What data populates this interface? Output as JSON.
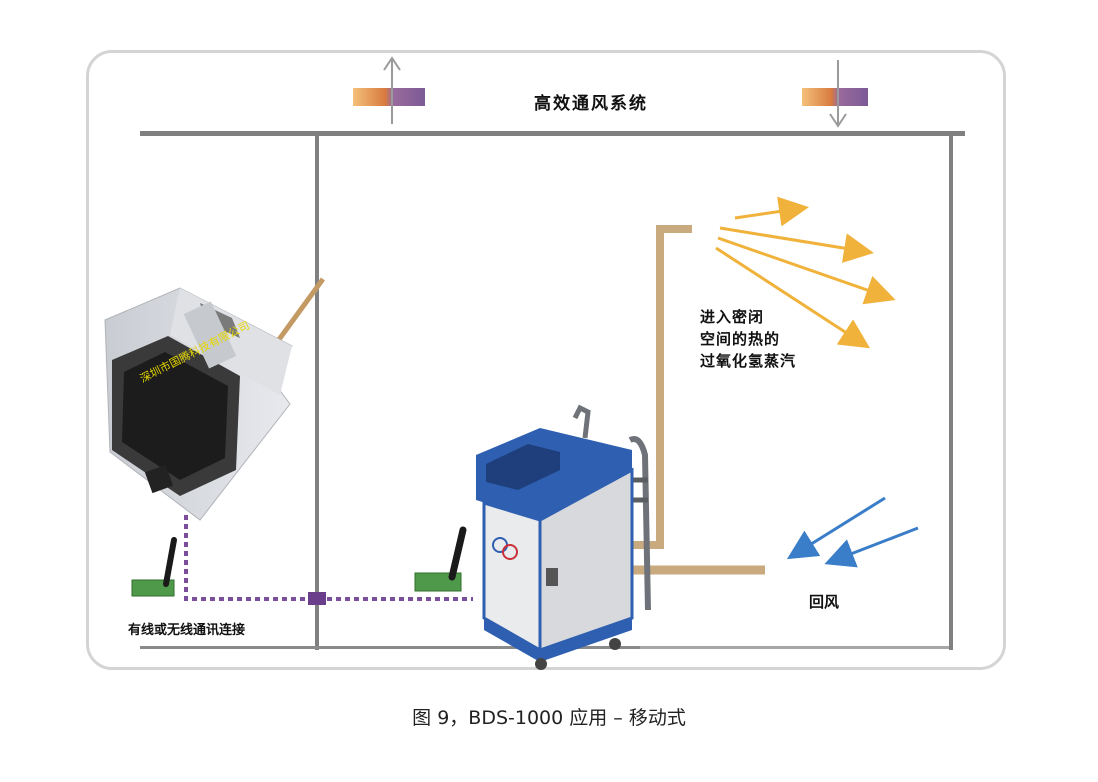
{
  "diagram": {
    "system_title": "高效通风系统",
    "enter_label_lines": [
      "进入密闭",
      "空间的热的",
      "过氧化氢蒸汽"
    ],
    "return_label": "回风",
    "connection_label": "有线或无线通讯连接",
    "screen_text": "深圳市国腾科技有限公司",
    "icons": [
      "vent-up-arrow-icon",
      "vent-down-arrow-icon",
      "wireless-antenna-icon",
      "vapor-arrow-icon",
      "return-air-arrow-icon"
    ],
    "colors": {
      "frame": "#d4d4d4",
      "wall": "#808080",
      "duct": "#c9a97e",
      "vapor_arrows": "#f0b23a",
      "return_arrows": "#3a7ec9",
      "connection_line": "#7a4e9a",
      "machine_blue": "#2f5fb0"
    }
  },
  "caption": "图 9，BDS-1000 应用 – 移动式"
}
